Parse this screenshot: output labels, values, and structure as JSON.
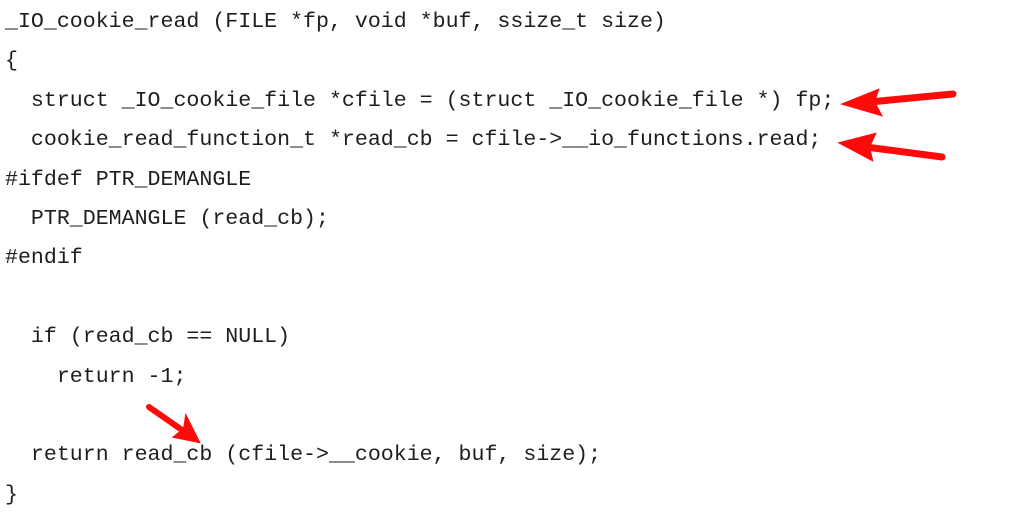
{
  "code_lines": [
    "_IO_cookie_read (FILE *fp, void *buf, ssize_t size)",
    "{",
    "  struct _IO_cookie_file *cfile = (struct _IO_cookie_file *) fp;",
    "  cookie_read_function_t *read_cb = cfile->__io_functions.read;",
    "#ifdef PTR_DEMANGLE",
    "  PTR_DEMANGLE (read_cb);",
    "#endif",
    "",
    "  if (read_cb == NULL)",
    "    return -1;",
    "",
    "  return read_cb (cfile->__cookie, buf, size);",
    "}"
  ],
  "annotation_color": "#ff0a0a"
}
